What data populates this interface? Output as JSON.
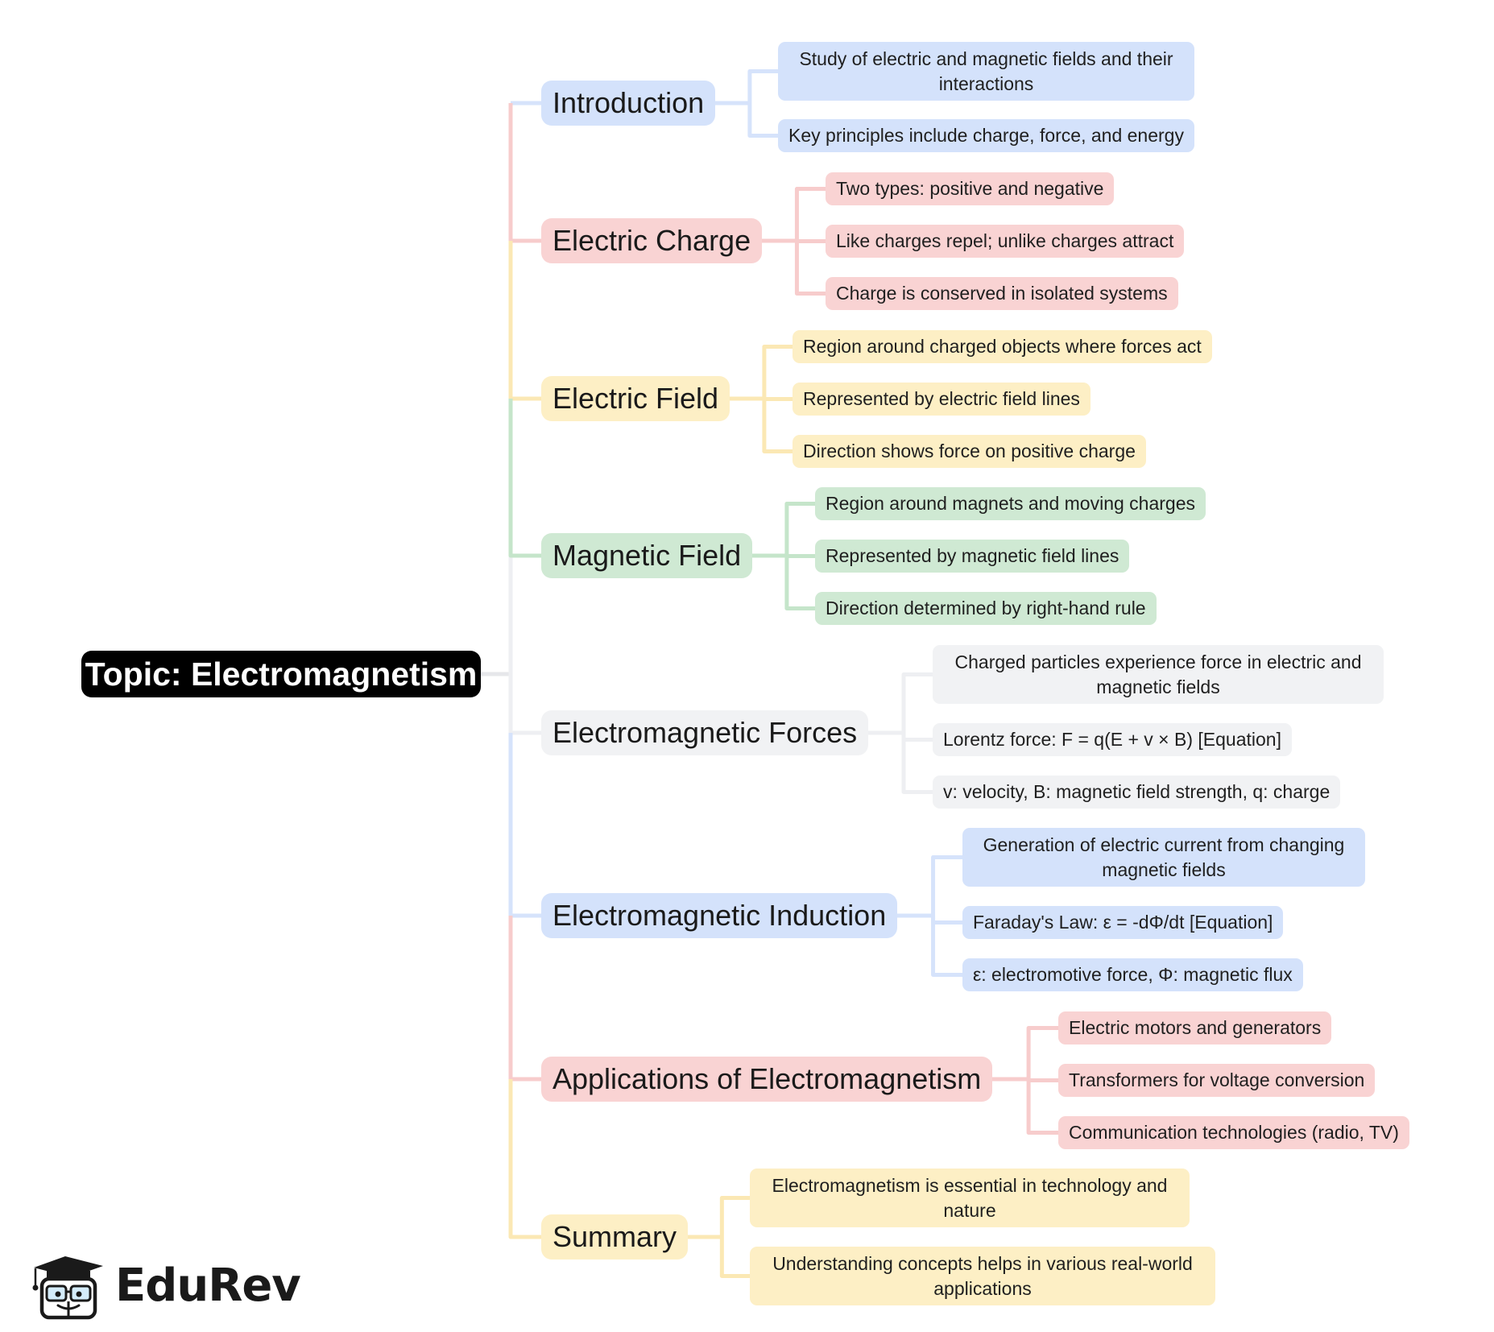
{
  "root": {
    "label": "Topic: Electromagnetism"
  },
  "palette": {
    "blue": {
      "fill": "#d4e2fb",
      "line": "#d6e3fb"
    },
    "red": {
      "fill": "#f9d3d3",
      "line": "#f7cccc"
    },
    "yellow": {
      "fill": "#fdefc5",
      "line": "#fbe8b4"
    },
    "green": {
      "fill": "#cfe9d3",
      "line": "#c5e5ca"
    },
    "gray": {
      "fill": "#f1f2f4",
      "line": "#eeeff2"
    }
  },
  "branches": [
    {
      "label": "Introduction",
      "color": "blue",
      "children": [
        "Study of electric and magnetic fields and their interactions",
        "Key principles include charge, force, and energy"
      ]
    },
    {
      "label": "Electric Charge",
      "color": "red",
      "children": [
        "Two types: positive and negative",
        "Like charges repel; unlike charges attract",
        "Charge is conserved in isolated systems"
      ]
    },
    {
      "label": "Electric Field",
      "color": "yellow",
      "children": [
        "Region around charged objects where forces act",
        "Represented by electric field lines",
        "Direction shows force on positive charge"
      ]
    },
    {
      "label": "Magnetic Field",
      "color": "green",
      "children": [
        "Region around magnets and moving charges",
        "Represented by magnetic field lines",
        "Direction determined by right-hand rule"
      ]
    },
    {
      "label": "Electromagnetic Forces",
      "color": "gray",
      "children": [
        "Charged particles experience force in electric and magnetic fields",
        "Lorentz force: F = q(E + v × B) [Equation]",
        "v: velocity, B: magnetic field strength, q: charge"
      ]
    },
    {
      "label": "Electromagnetic Induction",
      "color": "blue",
      "children": [
        "Generation of electric current from changing magnetic fields",
        "Faraday's Law: ε = -dΦ/dt [Equation]",
        "ε: electromotive force, Φ: magnetic flux"
      ]
    },
    {
      "label": "Applications of Electromagnetism",
      "color": "red",
      "children": [
        "Electric motors and generators",
        "Transformers for voltage conversion",
        "Communication technologies (radio, TV)"
      ]
    },
    {
      "label": "Summary",
      "color": "yellow",
      "children": [
        "Electromagnetism is essential in technology and nature",
        "Understanding concepts helps in various real-world applications"
      ]
    }
  ],
  "logo": {
    "text": "EduRev"
  }
}
